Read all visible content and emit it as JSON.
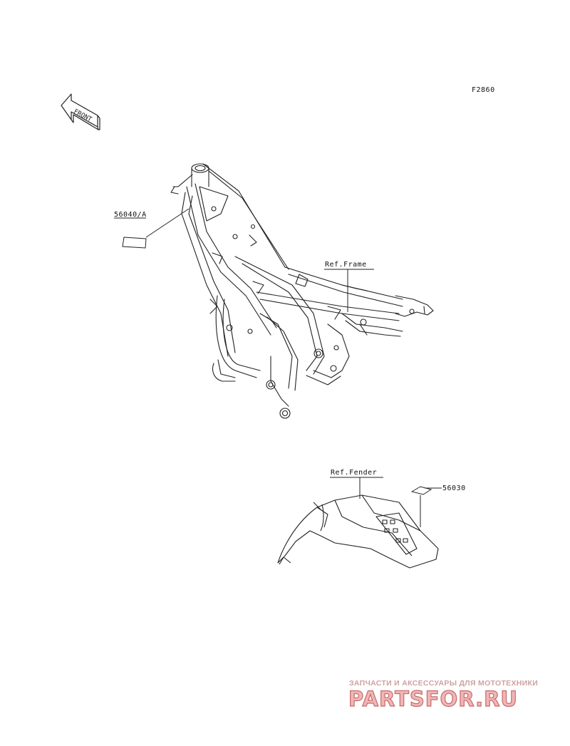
{
  "diagram_code": "F2860",
  "front_label": "FRONT",
  "callouts": {
    "label_a": "56040/A",
    "ref_frame": "Ref.Frame",
    "ref_fender": "Ref.Fender",
    "label_b": "56030"
  },
  "watermark": {
    "subtitle": "ЗАПЧАСТИ И АКСЕССУАРЫ ДЛЯ МОТОТЕХНИКИ",
    "brand": "PARTSFOR.RU"
  },
  "colors": {
    "line": "#222222",
    "watermark_fill": "#f1b6b6",
    "watermark_stroke": "#c56b6b"
  }
}
